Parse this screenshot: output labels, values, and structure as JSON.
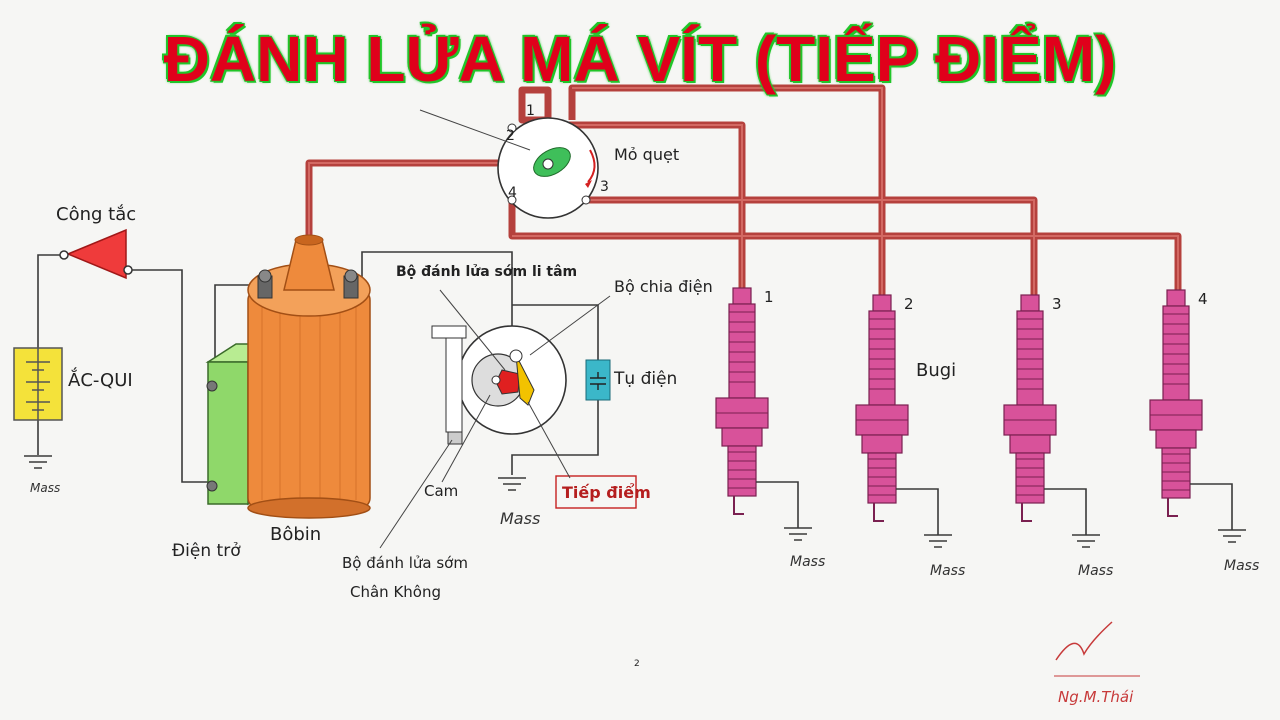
{
  "title": "ĐÁNH LỬA MÁ VÍT (TIẾP ĐIỂM)",
  "labels": {
    "switch": "Công tắc",
    "battery": "ẮC-QUI",
    "battery_mass": "Mass",
    "resistor": "Điện trở",
    "coil": "Bôbin",
    "centrifugal_advance": "Bộ đánh lửa sớm li tâm",
    "vacuum_advance_1": "Bộ đánh lửa sớm",
    "vacuum_advance_2": "Chân Không",
    "cam": "Cam",
    "distributor_mass": "Mass",
    "contact_points": "Tiếp điểm",
    "distributor": "Bộ chia điện",
    "condenser": "Tụ điện",
    "rotor": "Mỏ quẹt",
    "spark_plug": "Bugi",
    "plug_mass": "Mass",
    "signature": "Ng.M.Thái",
    "page_number": "2"
  },
  "cap_terminals": [
    "1",
    "2",
    "3",
    "4"
  ],
  "plug_numbers": [
    "1",
    "2",
    "3",
    "4"
  ],
  "colors": {
    "title_fill": "#e0001b",
    "title_outline": "#1fbf2a",
    "wire": "#b5413d",
    "spark_plug": "#d8529a",
    "coil": "#ee8a3c",
    "resistor": "#8fd86a",
    "battery": "#f4e23a",
    "switch": "#ef3b3b",
    "condenser": "#3bb7c9",
    "rotor": "#3fbf5a"
  }
}
